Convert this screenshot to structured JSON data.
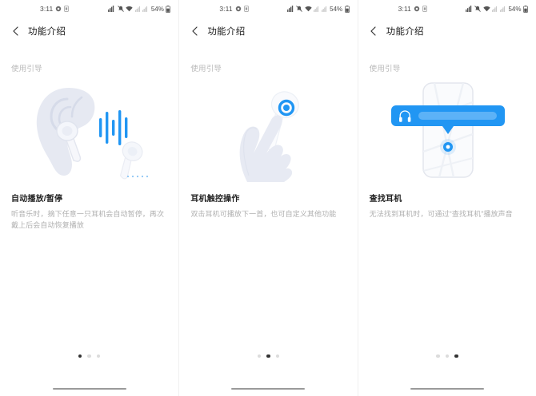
{
  "status_bar": {
    "time": "3:11",
    "battery_percent": "54%",
    "icons_left": [
      "location-icon",
      "sim-card-icon"
    ],
    "icons_right": [
      "signal-bars-icon",
      "mute-bell-icon",
      "wifi-icon",
      "signal-weak-1-icon",
      "signal-weak-2-icon",
      "battery-icon"
    ]
  },
  "nav": {
    "back_icon": "chevron-left-icon",
    "title": "功能介绍"
  },
  "section_label": "使用引导",
  "colors": {
    "accent_blue": "#2196F3",
    "illustration_gray": "#e4e7f0",
    "text_primary": "#222222",
    "text_muted": "#b0b0b0",
    "dot_active": "#333333",
    "dot_inactive": "#dcdcdc"
  },
  "screens": [
    {
      "illustration": "ear-with-earbud-soundwaves",
      "feature_title": "自动播放/暂停",
      "feature_desc": "听音乐时，摘下任意一只耳机会自动暂停，再次戴上后会自动恢复播放",
      "active_dot": 0
    },
    {
      "illustration": "hand-tapping-earbud",
      "feature_title": "耳机触控操作",
      "feature_desc": "双击耳机可播放下一首，也可自定义其他功能",
      "active_dot": 1
    },
    {
      "illustration": "phone-map-find-earbuds",
      "feature_title": "查找耳机",
      "feature_desc": "无法找到耳机时，可通过“查找耳机”播放声音",
      "active_dot": 2
    }
  ],
  "dots_count": 3
}
